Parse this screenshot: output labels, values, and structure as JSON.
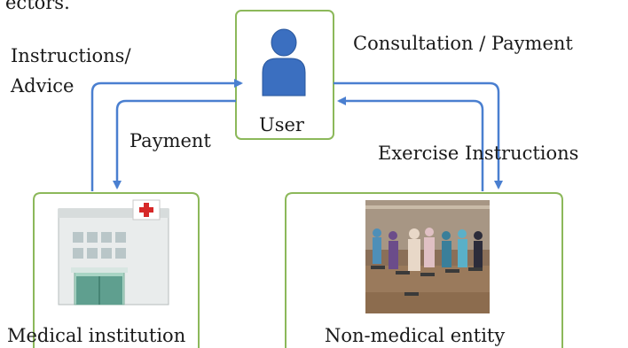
{
  "top_text": "ectors.",
  "nodes": {
    "user": {
      "label": "User"
    },
    "medical": {
      "label": "Medical institution"
    },
    "nonmedical": {
      "label": "Non-medical entity"
    }
  },
  "edges": {
    "instructions_line1": "Instructions/",
    "instructions_line2": "Advice",
    "payment": "Payment",
    "consultation": "Consultation / Payment",
    "exercise": "Exercise Instructions"
  },
  "colors": {
    "box_border": "#8cb85a",
    "arrow": "#4a7fd0",
    "person": "#3b6fc0"
  },
  "icons": {
    "user": "person-icon",
    "medical": "hospital-building-icon",
    "nonmedical": "exercise-class-photo"
  }
}
